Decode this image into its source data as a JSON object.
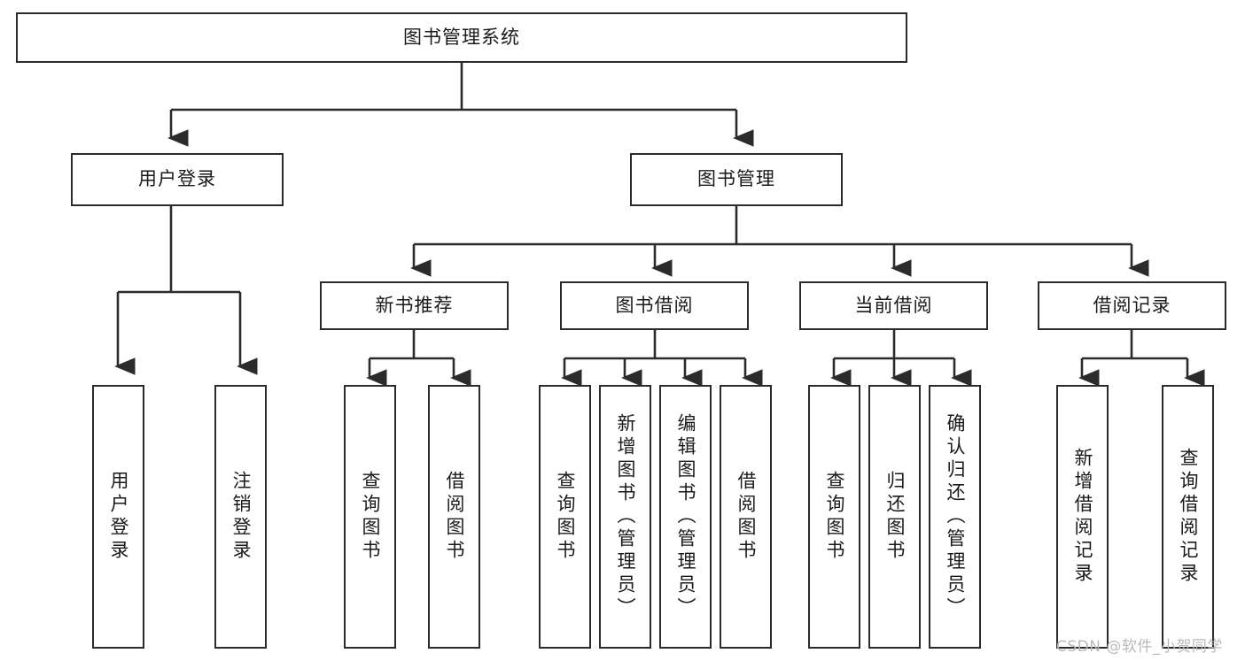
{
  "diagram": {
    "type": "tree-hierarchy",
    "title": "图书管理系统",
    "orientation": "top-down",
    "colors": {
      "box_border": "#2b2b2b",
      "box_fill": "#ffffff",
      "connector": "#2b2b2b",
      "text": "#1a1a1a",
      "watermark": "#b9b9b9",
      "background": "#ffffff"
    }
  },
  "root": {
    "label": "图书管理系统"
  },
  "level2": [
    {
      "label": "用户登录"
    },
    {
      "label": "图书管理"
    }
  ],
  "level3": [
    {
      "label": "新书推荐"
    },
    {
      "label": "图书借阅"
    },
    {
      "label": "当前借阅"
    },
    {
      "label": "借阅记录"
    }
  ],
  "leaves": {
    "user_login": [
      {
        "label": "用户登录"
      },
      {
        "label": "注销登录"
      }
    ],
    "new_book_recommend": [
      {
        "label": "查询图书"
      },
      {
        "label": "借阅图书"
      }
    ],
    "book_borrow": [
      {
        "label": "查询图书"
      },
      {
        "label": "新增图书（管理员）"
      },
      {
        "label": "编辑图书（管理员）"
      },
      {
        "label": "借阅图书"
      }
    ],
    "current_borrow": [
      {
        "label": "查询图书"
      },
      {
        "label": "归还图书"
      },
      {
        "label": "确认归还（管理员）"
      }
    ],
    "borrow_records": [
      {
        "label": "新增借阅记录"
      },
      {
        "label": "查询借阅记录"
      }
    ]
  },
  "watermark": {
    "text": "CSDN @软件_小贺同学"
  }
}
